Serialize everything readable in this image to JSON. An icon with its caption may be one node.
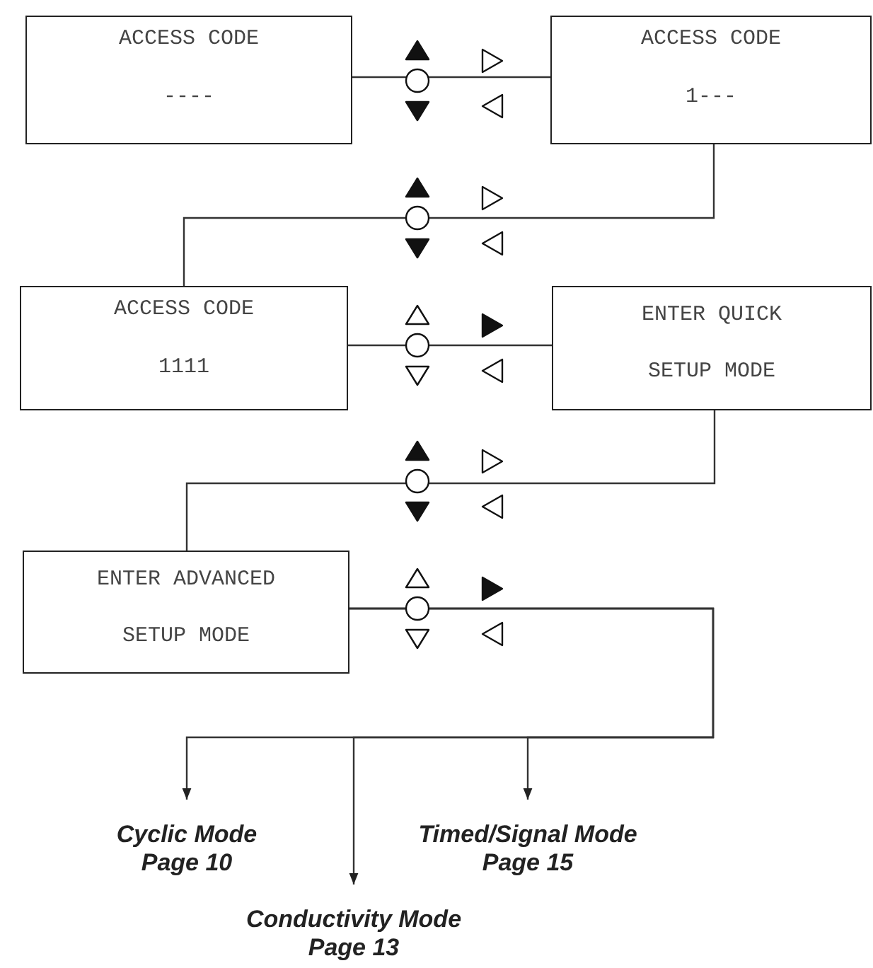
{
  "diagram": {
    "nodes": [
      {
        "text": [
          "ACCESS CODE",
          "----"
        ]
      },
      {
        "text": [
          "ACCESS CODE",
          "1---"
        ]
      },
      {
        "text": [
          "ACCESS CODE",
          "1111"
        ]
      },
      {
        "text": [
          "ENTER QUICK SETUP MODE"
        ]
      },
      {
        "text": [
          "ENTER ADVANCED SETUP MODE"
        ]
      },
      {
        "text": [
          "Cyclic Mode",
          "Page 10"
        ]
      },
      {
        "text": [
          "Conductivity Mode",
          "Page 13"
        ]
      },
      {
        "text": [
          "Timed/Signal Mode",
          "Page 15"
        ]
      }
    ],
    "edges": [
      {
        "from": 0,
        "to": 1,
        "arrow": "none"
      },
      {
        "from": 1,
        "to": 2,
        "arrow": "none"
      },
      {
        "from": 2,
        "to": 3,
        "arrow": "none"
      },
      {
        "from": 3,
        "to": 4,
        "arrow": "none"
      },
      {
        "from": 4,
        "to": 5,
        "arrow": "to"
      },
      {
        "from": 4,
        "to": 6,
        "arrow": "to"
      },
      {
        "from": 4,
        "to": 7,
        "arrow": "to"
      }
    ]
  }
}
